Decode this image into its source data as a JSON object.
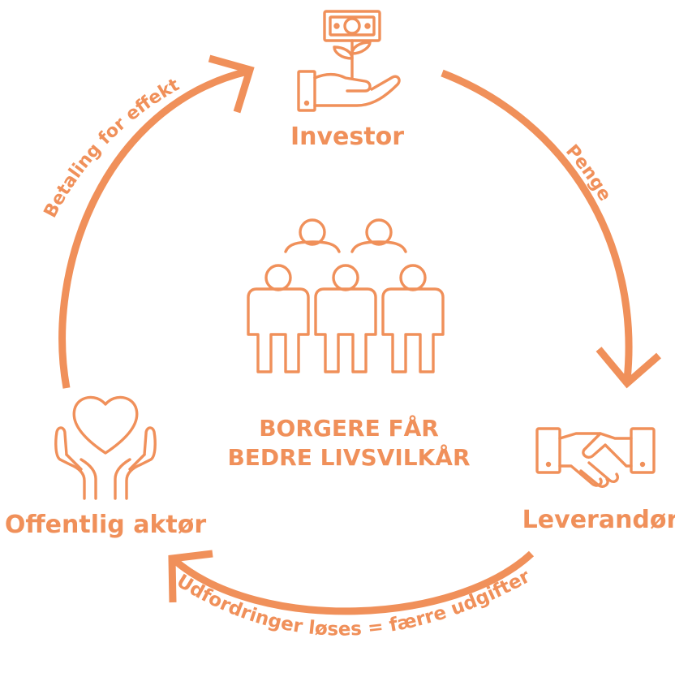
{
  "colors": {
    "accent": "#F0905A",
    "background": "#FFFFFF"
  },
  "nodes": {
    "investor": {
      "label": "Investor",
      "icon": "money-plant-hand-icon"
    },
    "supplier": {
      "label": "Leverandør",
      "icon": "handshake-icon"
    },
    "public": {
      "label": "Offentlig aktør",
      "icon": "heart-hands-icon"
    }
  },
  "center": {
    "icon": "citizens-group-icon",
    "line1": "BORGERE FÅR",
    "line2": "BEDRE LIVSVILKÅR"
  },
  "flows": {
    "money": "Penge",
    "solved": "Udfordringer løses = færre udgifter",
    "payment": "Betaling for effekt"
  }
}
